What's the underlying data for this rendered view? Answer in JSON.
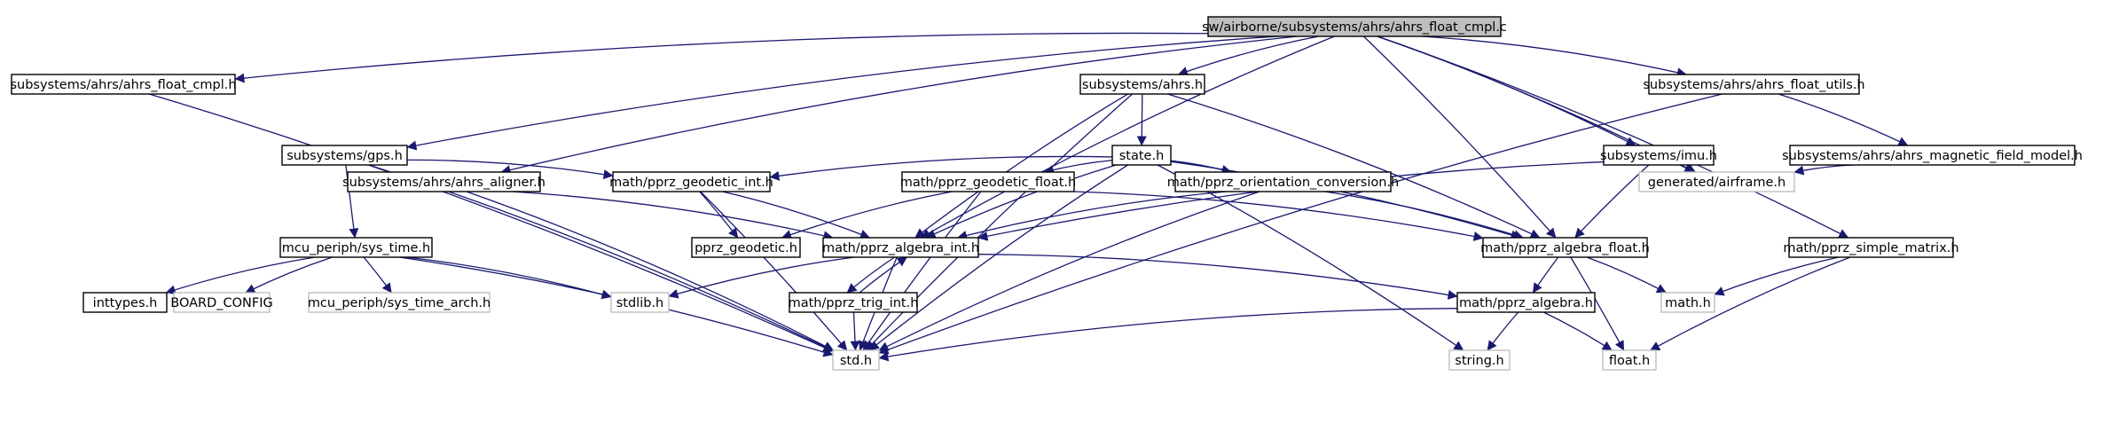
{
  "diagram": {
    "type": "include-dependency-graph",
    "colors": {
      "edge": "#191970",
      "node_border": "#000000",
      "missing_node_border": "#bfbfbf",
      "root_fill": "#bfbfbf",
      "background": "#ffffff"
    },
    "nodes": [
      {
        "id": "root",
        "label": "sw/airborne/subsystems/ahrs/ahrs_float_cmpl.c",
        "style": "root"
      },
      {
        "id": "cmpl_h",
        "label": "subsystems/ahrs/ahrs_float_cmpl.h",
        "style": "solid"
      },
      {
        "id": "ahrs_h",
        "label": "subsystems/ahrs.h",
        "style": "solid"
      },
      {
        "id": "utils_h",
        "label": "subsystems/ahrs/ahrs_float_utils.h",
        "style": "solid"
      },
      {
        "id": "gps_h",
        "label": "subsystems/gps.h",
        "style": "solid"
      },
      {
        "id": "state_h",
        "label": "state.h",
        "style": "solid"
      },
      {
        "id": "imu_h",
        "label": "subsystems/imu.h",
        "style": "solid"
      },
      {
        "id": "mag_h",
        "label": "subsystems/ahrs/ahrs_magnetic_field_model.h",
        "style": "solid"
      },
      {
        "id": "aligner_h",
        "label": "subsystems/ahrs/ahrs_aligner.h",
        "style": "solid"
      },
      {
        "id": "geoint_h",
        "label": "math/pprz_geodetic_int.h",
        "style": "solid"
      },
      {
        "id": "geofloat_h",
        "label": "math/pprz_geodetic_float.h",
        "style": "solid"
      },
      {
        "id": "orient_h",
        "label": "math/pprz_orientation_conversion.h",
        "style": "solid"
      },
      {
        "id": "airframe_h",
        "label": "generated/airframe.h",
        "style": "missing"
      },
      {
        "id": "systime_h",
        "label": "mcu_periph/sys_time.h",
        "style": "solid"
      },
      {
        "id": "geodetic_h",
        "label": "pprz_geodetic.h",
        "style": "solid"
      },
      {
        "id": "algint_h",
        "label": "math/pprz_algebra_int.h",
        "style": "solid"
      },
      {
        "id": "algfloat_h",
        "label": "math/pprz_algebra_float.h",
        "style": "solid"
      },
      {
        "id": "simple_h",
        "label": "math/pprz_simple_matrix.h",
        "style": "solid"
      },
      {
        "id": "inttypes_h",
        "label": "inttypes.h",
        "style": "solid"
      },
      {
        "id": "board",
        "label": "BOARD_CONFIG",
        "style": "missing"
      },
      {
        "id": "systimearch_h",
        "label": "mcu_periph/sys_time_arch.h",
        "style": "missing"
      },
      {
        "id": "stdlib_h",
        "label": "stdlib.h",
        "style": "missing"
      },
      {
        "id": "trig_h",
        "label": "math/pprz_trig_int.h",
        "style": "solid"
      },
      {
        "id": "alg_h",
        "label": "math/pprz_algebra.h",
        "style": "solid"
      },
      {
        "id": "math_h",
        "label": "math.h",
        "style": "missing"
      },
      {
        "id": "std_h",
        "label": "std.h",
        "style": "missing"
      },
      {
        "id": "string_h",
        "label": "string.h",
        "style": "missing"
      },
      {
        "id": "float_h",
        "label": "float.h",
        "style": "missing"
      }
    ],
    "edges": [
      [
        "root",
        "cmpl_h"
      ],
      [
        "root",
        "ahrs_h"
      ],
      [
        "root",
        "utils_h"
      ],
      [
        "root",
        "gps_h"
      ],
      [
        "root",
        "imu_h"
      ],
      [
        "root",
        "aligner_h"
      ],
      [
        "root",
        "airframe_h"
      ],
      [
        "root",
        "algint_h"
      ],
      [
        "root",
        "algfloat_h"
      ],
      [
        "root",
        "simple_h"
      ],
      [
        "cmpl_h",
        "std_h"
      ],
      [
        "ahrs_h",
        "state_h"
      ],
      [
        "ahrs_h",
        "std_h"
      ],
      [
        "ahrs_h",
        "algint_h"
      ],
      [
        "ahrs_h",
        "algfloat_h"
      ],
      [
        "utils_h",
        "mag_h"
      ],
      [
        "utils_h",
        "std_h"
      ],
      [
        "gps_h",
        "geoint_h"
      ],
      [
        "gps_h",
        "systime_h"
      ],
      [
        "gps_h",
        "std_h"
      ],
      [
        "state_h",
        "geoint_h"
      ],
      [
        "state_h",
        "geofloat_h"
      ],
      [
        "state_h",
        "orient_h"
      ],
      [
        "state_h",
        "algint_h"
      ],
      [
        "state_h",
        "algfloat_h"
      ],
      [
        "state_h",
        "std_h"
      ],
      [
        "state_h",
        "string_h"
      ],
      [
        "imu_h",
        "airframe_h"
      ],
      [
        "imu_h",
        "algint_h"
      ],
      [
        "imu_h",
        "algfloat_h"
      ],
      [
        "mag_h",
        "airframe_h"
      ],
      [
        "aligner_h",
        "algint_h"
      ],
      [
        "aligner_h",
        "std_h"
      ],
      [
        "geoint_h",
        "geodetic_h"
      ],
      [
        "geoint_h",
        "algint_h"
      ],
      [
        "geoint_h",
        "std_h"
      ],
      [
        "geofloat_h",
        "geodetic_h"
      ],
      [
        "geofloat_h",
        "algfloat_h"
      ],
      [
        "geofloat_h",
        "std_h"
      ],
      [
        "orient_h",
        "algint_h"
      ],
      [
        "orient_h",
        "algfloat_h"
      ],
      [
        "orient_h",
        "std_h"
      ],
      [
        "systime_h",
        "inttypes_h"
      ],
      [
        "systime_h",
        "board"
      ],
      [
        "systime_h",
        "systimearch_h"
      ],
      [
        "systime_h",
        "stdlib_h"
      ],
      [
        "systime_h",
        "std_h"
      ],
      [
        "algint_h",
        "stdlib_h"
      ],
      [
        "algint_h",
        "trig_h"
      ],
      [
        "algint_h",
        "alg_h"
      ],
      [
        "algint_h",
        "std_h"
      ],
      [
        "trig_h",
        "algint_h"
      ],
      [
        "trig_h",
        "std_h"
      ],
      [
        "algfloat_h",
        "alg_h"
      ],
      [
        "algfloat_h",
        "math_h"
      ],
      [
        "algfloat_h",
        "float_h"
      ],
      [
        "simple_h",
        "math_h"
      ],
      [
        "simple_h",
        "float_h"
      ],
      [
        "alg_h",
        "std_h"
      ],
      [
        "alg_h",
        "string_h"
      ],
      [
        "alg_h",
        "float_h"
      ]
    ]
  }
}
